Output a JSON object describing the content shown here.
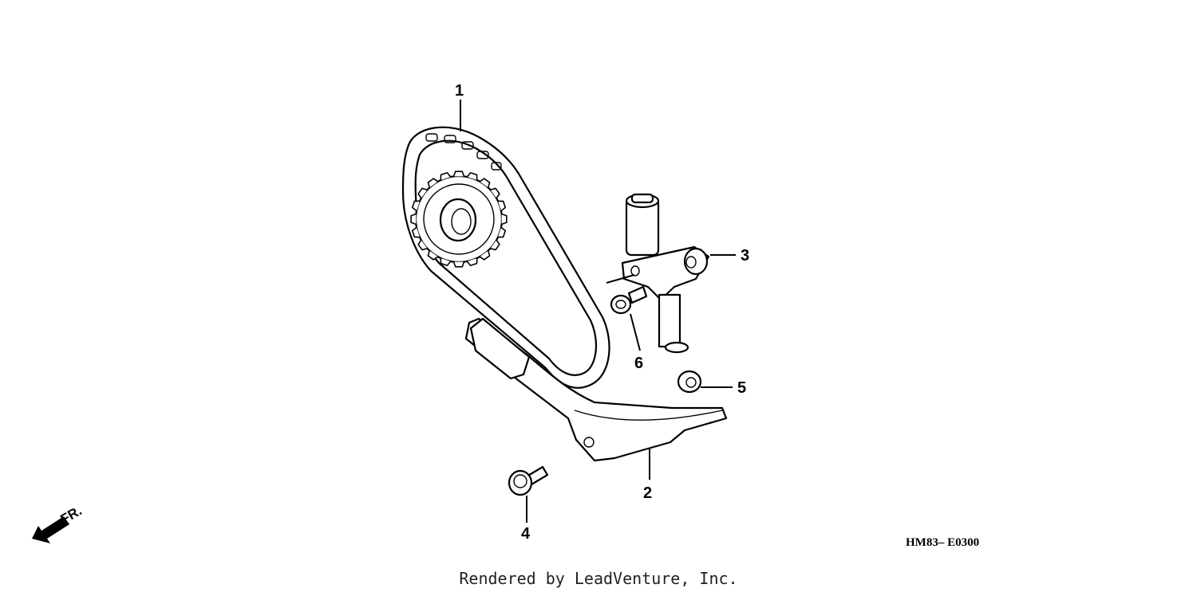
{
  "diagram": {
    "callouts": [
      {
        "id": "1",
        "part": "cam-chain"
      },
      {
        "id": "2",
        "part": "chain-guide"
      },
      {
        "id": "3",
        "part": "tensioner"
      },
      {
        "id": "4",
        "part": "guide-bolt"
      },
      {
        "id": "5",
        "part": "washer"
      },
      {
        "id": "6",
        "part": "tensioner-bolt"
      }
    ],
    "orientation_label": "FR.",
    "diagram_code": "HM83– E0300"
  },
  "footer": {
    "text": "Rendered by LeadVenture, Inc."
  }
}
